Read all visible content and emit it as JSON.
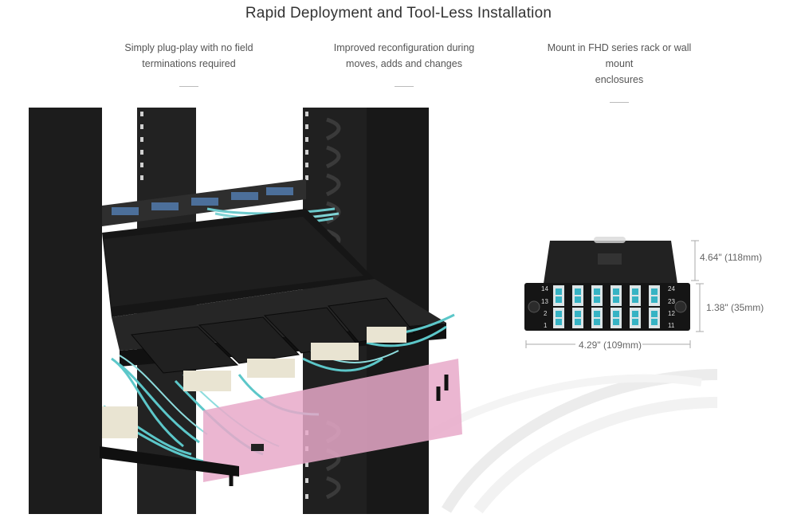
{
  "title": "Rapid Deployment and Tool-Less Installation",
  "features": [
    {
      "text_line1": "Simply plug-play with no field",
      "text_line2": "terminations required",
      "icon": "plug-play"
    },
    {
      "text_line1": "Improved reconfiguration during",
      "text_line2": "moves, adds and changes",
      "icon": "reconfiguration"
    },
    {
      "text_line1": "Mount in FHD series rack or wall mount",
      "text_line2": "enclosures",
      "icon": "rack-mount"
    }
  ],
  "cassette": {
    "depth_label": "4.64\" (118mm)",
    "height_label": "1.38\" (35mm)",
    "width_label": "4.29\" (109mm)",
    "port_labels_left": [
      "14",
      "13",
      "2",
      "1"
    ],
    "port_labels_right": [
      "24",
      "23",
      "12",
      "11"
    ]
  },
  "colors": {
    "fiber": "#5cc7c9",
    "rack": "#1b1b1b",
    "panel": "#2a2a2a",
    "accent_pink": "#e8a9c9"
  }
}
